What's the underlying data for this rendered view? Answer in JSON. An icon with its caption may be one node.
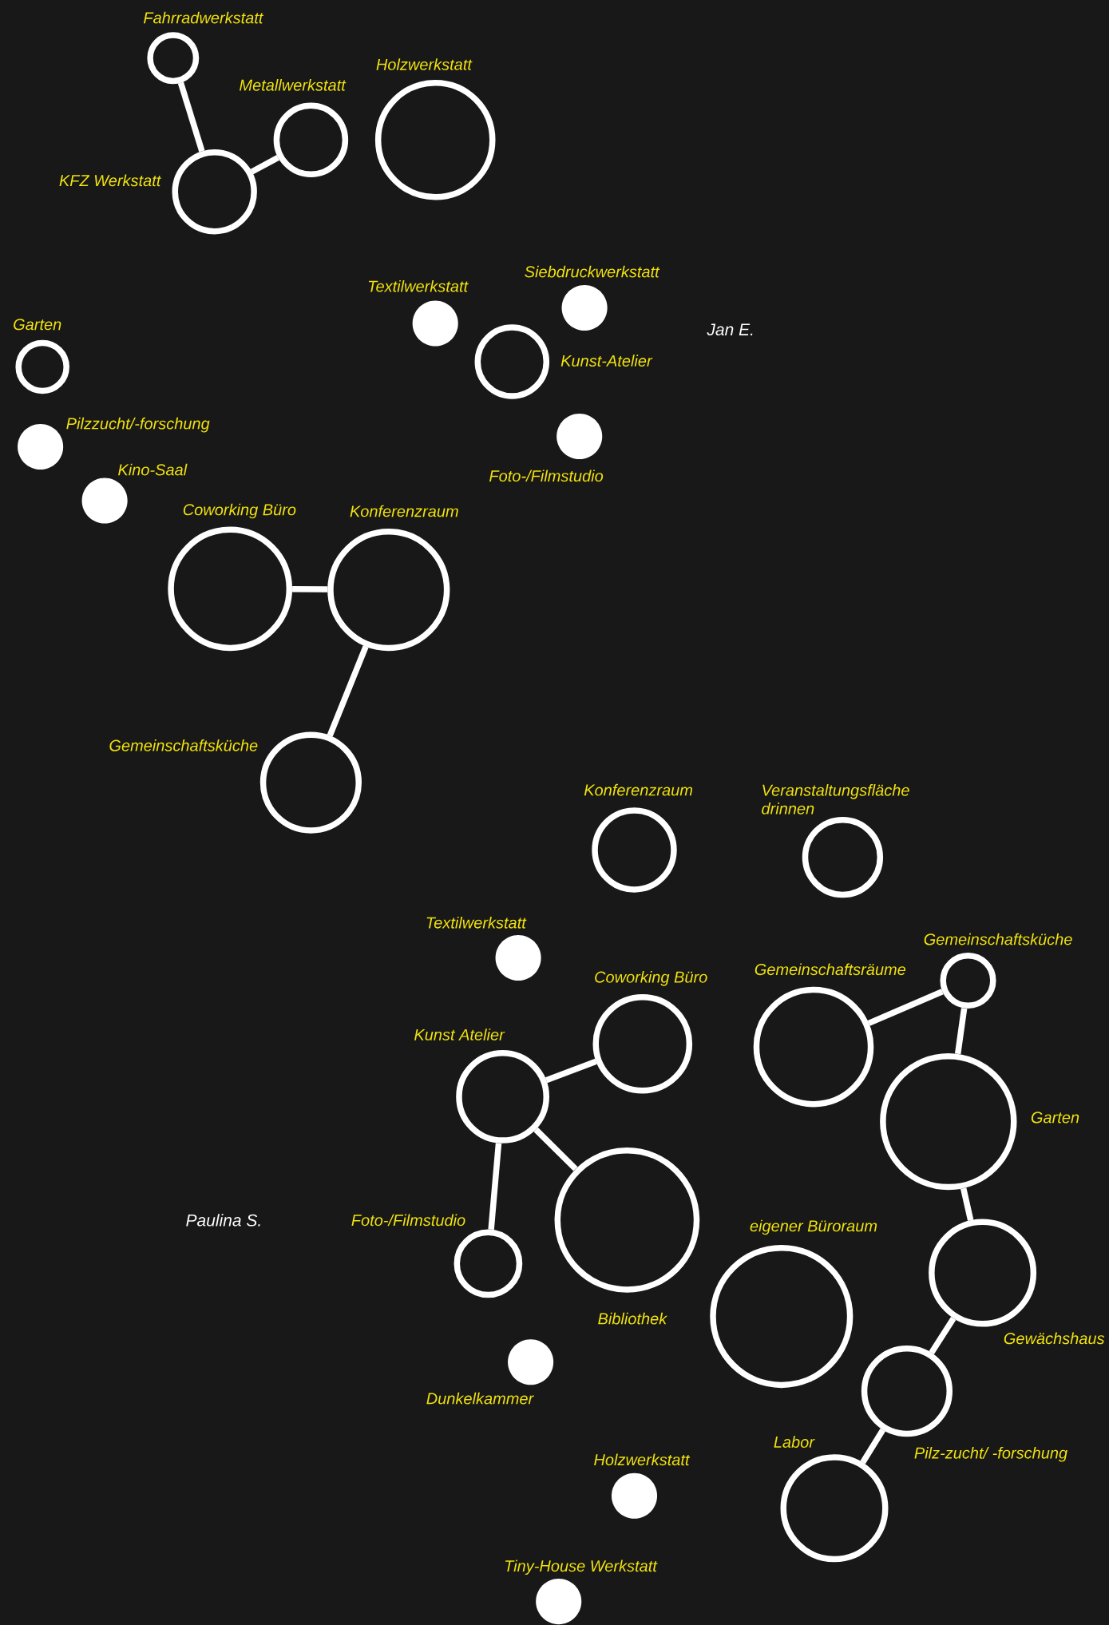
{
  "diagram": {
    "nodes": [
      {
        "text": [],
        "shape": "circle",
        "beside": [
          "Fahrradwerkstatt"
        ]
      },
      {
        "text": [],
        "shape": "circle",
        "beside": [
          "Metallwerkstatt"
        ]
      },
      {
        "text": [],
        "shape": "circle",
        "beside": [
          "KFZ Werkstatt"
        ]
      },
      {
        "text": [],
        "shape": "circle",
        "beside": [
          "Holzwerkstatt"
        ]
      },
      {
        "text": [],
        "shape": "dot",
        "beside": [
          "Textilwerkstatt"
        ]
      },
      {
        "text": [],
        "shape": "dot",
        "beside": [
          "Siebdruckwerkstatt"
        ]
      },
      {
        "text": [],
        "shape": "circle",
        "beside": [
          "Kunst-Atelier"
        ]
      },
      {
        "text": [],
        "shape": "dot",
        "beside": [
          "Foto-/Filmstudio"
        ]
      },
      {
        "text": [],
        "shape": "circle",
        "beside": [
          "Garten"
        ]
      },
      {
        "text": [],
        "shape": "dot",
        "beside": [
          "Pilzzucht/-forschung"
        ]
      },
      {
        "text": [],
        "shape": "dot",
        "beside": [
          "Kino-Saal"
        ]
      },
      {
        "text": [],
        "shape": "circle",
        "beside": [
          "Coworking Büro"
        ]
      },
      {
        "text": [],
        "shape": "circle",
        "beside": [
          "Konferenzraum"
        ]
      },
      {
        "text": [],
        "shape": "circle",
        "beside": [
          "Gemeinschaftsküche"
        ]
      },
      {
        "text": [],
        "shape": "circle",
        "beside": [
          "Konferenzraum"
        ]
      },
      {
        "text": [],
        "shape": "circle",
        "beside": [
          "Veranstaltungsfläche drinnen"
        ]
      },
      {
        "text": [],
        "shape": "dot",
        "beside": [
          "Textilwerkstatt"
        ]
      },
      {
        "text": [],
        "shape": "circle",
        "beside": [
          "Coworking Büro"
        ]
      },
      {
        "text": [],
        "shape": "circle",
        "beside": [
          "Kunst Atelier"
        ]
      },
      {
        "text": [],
        "shape": "circle",
        "beside": [
          "Foto-/Filmstudio"
        ]
      },
      {
        "text": [],
        "shape": "circle",
        "beside": [
          "Bibliothek"
        ]
      },
      {
        "text": [],
        "shape": "dot",
        "beside": [
          "Dunkelkammer"
        ]
      },
      {
        "text": [],
        "shape": "circle",
        "beside": [
          "Gemeinschaftsräume"
        ]
      },
      {
        "text": [],
        "shape": "circle",
        "beside": [
          "Gemeinschaftsküche"
        ]
      },
      {
        "text": [],
        "shape": "circle",
        "beside": [
          "Garten"
        ]
      },
      {
        "text": [],
        "shape": "circle",
        "beside": [
          "eigener Büroraum"
        ]
      },
      {
        "text": [],
        "shape": "circle",
        "beside": [
          "Gewächshaus"
        ]
      },
      {
        "text": [],
        "shape": "circle",
        "beside": [
          "Pilz-zucht/ -forschung"
        ]
      },
      {
        "text": [],
        "shape": "circle",
        "beside": [
          "Labor"
        ]
      },
      {
        "text": [],
        "shape": "dot",
        "beside": [
          "Holzwerkstatt"
        ]
      },
      {
        "text": [],
        "shape": "dot",
        "beside": [
          "Tiny-House Werkstatt"
        ]
      }
    ],
    "edges": [
      {
        "from": 0,
        "to": 2,
        "arrow": "none"
      },
      {
        "from": 2,
        "to": 1,
        "arrow": "none"
      },
      {
        "from": 11,
        "to": 12,
        "arrow": "none"
      },
      {
        "from": 12,
        "to": 13,
        "arrow": "none"
      },
      {
        "from": 18,
        "to": 17,
        "arrow": "none"
      },
      {
        "from": 18,
        "to": 19,
        "arrow": "none"
      },
      {
        "from": 18,
        "to": 20,
        "arrow": "none"
      },
      {
        "from": 22,
        "to": 23,
        "arrow": "none"
      },
      {
        "from": 23,
        "to": 24,
        "arrow": "none"
      },
      {
        "from": 24,
        "to": 26,
        "arrow": "none"
      },
      {
        "from": 26,
        "to": 27,
        "arrow": "none"
      },
      {
        "from": 27,
        "to": 28,
        "arrow": "none"
      }
    ],
    "labels": [
      "Jan E.",
      "Paulina S."
    ]
  }
}
